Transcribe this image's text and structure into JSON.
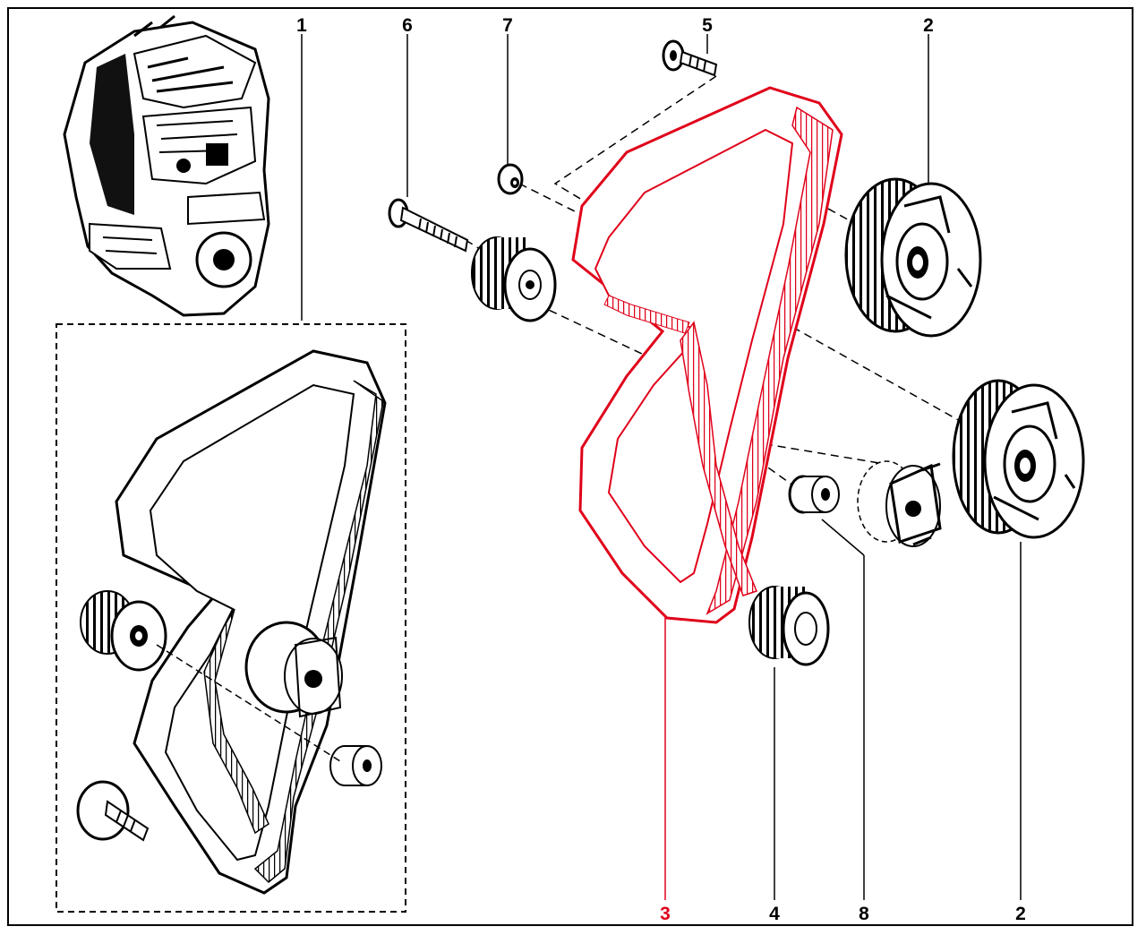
{
  "callouts": {
    "c1": "1",
    "c6": "6",
    "c7": "7",
    "c5": "5",
    "c2_top": "2",
    "c3": "3",
    "c4": "4",
    "c8": "8",
    "c2_bottom": "2"
  },
  "colors": {
    "highlight": "#e0001a",
    "line": "#000000",
    "background": "#ffffff"
  }
}
